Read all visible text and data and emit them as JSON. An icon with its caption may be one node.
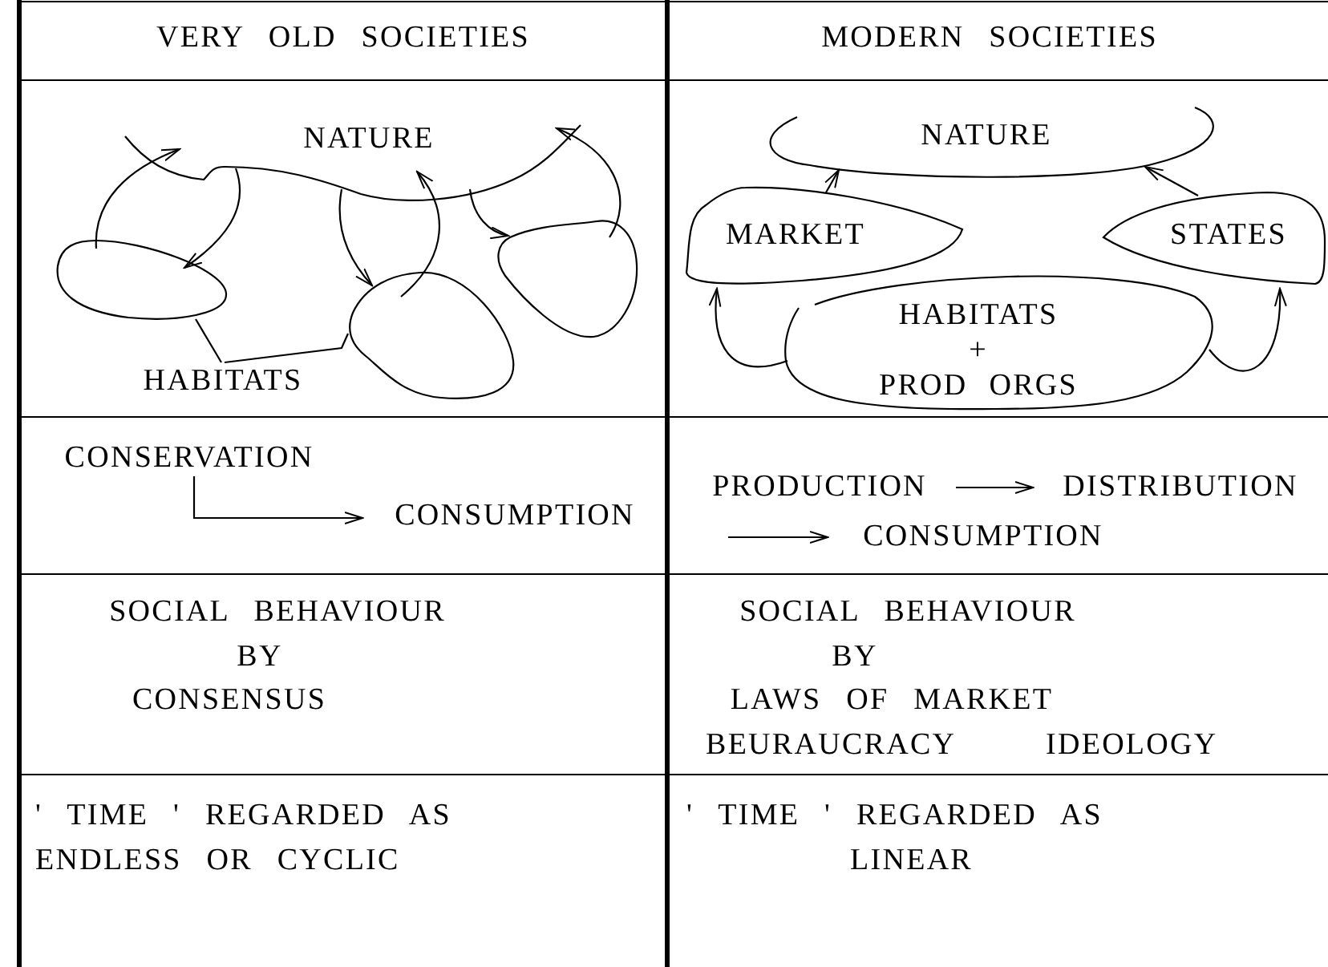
{
  "diagram": {
    "nodes": [
      {
        "text": [
          "NATURE"
        ]
      },
      {
        "text": [],
        "shape": "blob"
      },
      {
        "text": [],
        "shape": "blob"
      },
      {
        "text": [],
        "shape": "blob"
      },
      {
        "text": [
          "HABITATS"
        ]
      },
      {
        "text": [
          "NATURE"
        ]
      },
      {
        "text": [
          "MARKET"
        ]
      },
      {
        "text": [
          "STATES"
        ]
      },
      {
        "text": [
          "HABITATS",
          "+",
          "PROD ORGS"
        ]
      },
      {
        "text": [
          "CONSERVATION"
        ]
      },
      {
        "text": [
          "CONSUMPTION"
        ]
      },
      {
        "text": [
          "PRODUCTION"
        ]
      },
      {
        "text": [
          "DISTRIBUTION"
        ]
      },
      {
        "text": [
          "CONSUMPTION"
        ]
      }
    ],
    "edges": [
      {
        "from": 1,
        "to": 0,
        "arrow": "to"
      },
      {
        "from": 0,
        "to": 1,
        "arrow": "to"
      },
      {
        "from": 0,
        "to": 2,
        "arrow": "to"
      },
      {
        "from": 2,
        "to": 0,
        "arrow": "to"
      },
      {
        "from": 0,
        "to": 3,
        "arrow": "to"
      },
      {
        "from": 3,
        "to": 0,
        "arrow": "to"
      },
      {
        "from": 4,
        "to": 1,
        "arrow": "none"
      },
      {
        "from": 4,
        "to": 2,
        "arrow": "none"
      },
      {
        "from": 6,
        "to": 5,
        "arrow": "to"
      },
      {
        "from": 7,
        "to": 5,
        "arrow": "to"
      },
      {
        "from": 8,
        "to": 6,
        "arrow": "to"
      },
      {
        "from": 8,
        "to": 7,
        "arrow": "to"
      },
      {
        "from": 9,
        "to": 10,
        "arrow": "to"
      },
      {
        "from": 11,
        "to": 12,
        "arrow": "to"
      },
      {
        "from": null,
        "to": 13,
        "arrow": "to"
      }
    ],
    "labels": [
      "VERY OLD SOCIETIES",
      "MODERN SOCIETIES",
      "SOCIAL BEHAVIOUR",
      "BY",
      "CONSENSUS",
      "SOCIAL BEHAVIOUR",
      "BY",
      "LAWS OF MARKET",
      "BEURAUCRACY",
      "IDEOLOGY",
      "' TIME ' REGARDED AS",
      "ENDLESS OR CYCLIC",
      "' TIME ' REGARDED AS",
      "LINEAR"
    ]
  }
}
